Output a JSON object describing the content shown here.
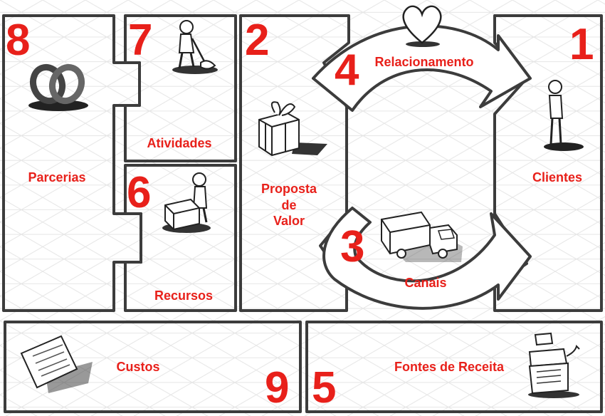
{
  "blocks": {
    "partners": {
      "number": "8",
      "label": "Parcerias"
    },
    "activities": {
      "number": "7",
      "label": "Atividades"
    },
    "resources": {
      "number": "6",
      "label": "Recursos"
    },
    "value": {
      "number": "2",
      "label_lines": [
        "Proposta",
        "de",
        "Valor"
      ]
    },
    "relationships": {
      "number": "4",
      "label": "Relacionamento"
    },
    "channels": {
      "number": "3",
      "label": "Canais"
    },
    "customers": {
      "number": "1",
      "label": "Clientes"
    },
    "costs": {
      "number": "9",
      "label": "Custos"
    },
    "revenue": {
      "number": "5",
      "label": "Fontes de Receita"
    }
  },
  "icons": {
    "partners": "linked-rings-icon",
    "activities": "person-digging-icon",
    "resources": "person-with-crate-icon",
    "value": "gift-box-icon",
    "relationships": "heart-icon",
    "channels": "delivery-truck-icon",
    "customers": "standing-person-icon",
    "costs": "receipt-paper-icon",
    "revenue": "cash-register-icon"
  },
  "colors": {
    "accent": "#e8201a",
    "outline": "#3c3c3c",
    "background": "#ffffff"
  }
}
